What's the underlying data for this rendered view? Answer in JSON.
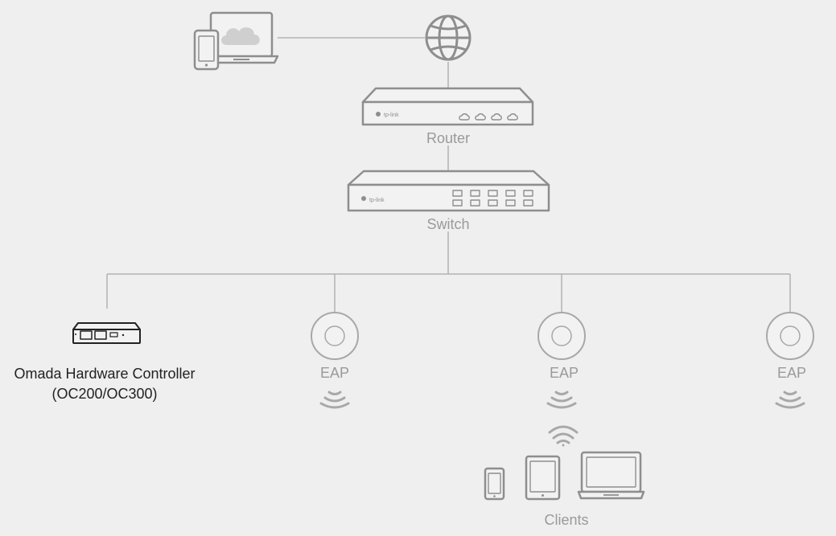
{
  "colors": {
    "background": "#efefef",
    "line": "#a8a8a8",
    "device_stroke": "#8e8e8e",
    "device_fill": "#f2f2f2",
    "label": "#9a9a9a",
    "label_dark": "#222222"
  },
  "nodes": {
    "internet": {
      "icon": "globe-icon"
    },
    "remote_devices": {
      "icon": "cloud-laptop-phone-icon"
    },
    "router": {
      "label": "Router",
      "brand": "tp-link",
      "icon": "router-icon"
    },
    "switch": {
      "label": "Switch",
      "brand": "tp-link",
      "icon": "switch-icon"
    },
    "controller": {
      "label_line1": "Omada Hardware Controller",
      "label_line2": "(OC200/OC300)",
      "icon": "hardware-controller-icon"
    },
    "eaps": [
      {
        "label": "EAP",
        "icon": "access-point-icon"
      },
      {
        "label": "EAP",
        "icon": "access-point-icon"
      },
      {
        "label": "EAP",
        "icon": "access-point-icon"
      }
    ],
    "clients": {
      "label": "Clients",
      "icon": "client-devices-icon"
    }
  }
}
